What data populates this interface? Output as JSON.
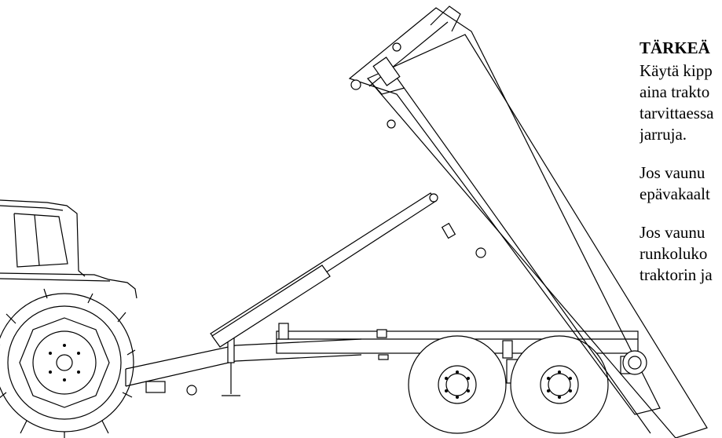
{
  "notice": {
    "title": "TÄRKEÄ",
    "paragraphs": [
      [
        "Käytä kipp",
        "aina trakto",
        "tarvittaessa",
        "jarruja."
      ],
      [
        "Jos vaunu",
        "epävakaalt"
      ],
      [
        "Jos vaunu",
        "runkoluko",
        "traktorin ja"
      ]
    ]
  },
  "figure": {
    "subject": "tractor-with-tipping-trailer",
    "line_color": "#000000",
    "background": "#ffffff"
  }
}
